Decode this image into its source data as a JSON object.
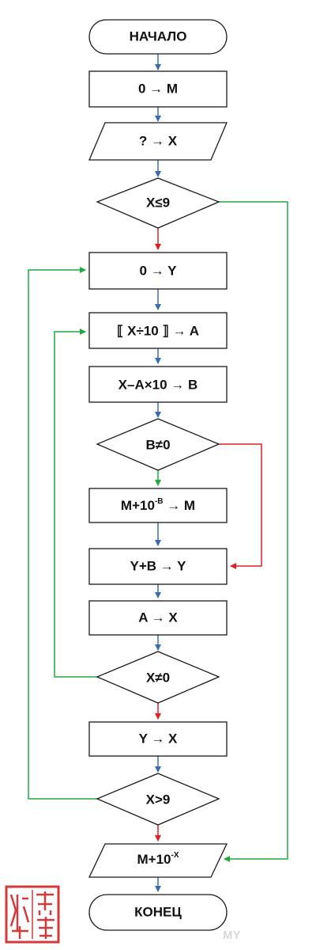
{
  "nodes": {
    "start": "НАЧАЛО",
    "init_m": "0 → M",
    "input_x": "? → X",
    "cond_x_le_9": "X≤9",
    "init_y": "0 → Y",
    "div_a": "⟦ X÷10 ⟧  →  A",
    "calc_b": "X–A×10 → B",
    "cond_b_ne_0": "B≠0",
    "update_m": {
      "prefix": "M+10",
      "sup": "-B",
      "suffix": " → M"
    },
    "update_y": "Y+B → Y",
    "a_to_x": "A → X",
    "cond_x_ne_0": "X≠0",
    "y_to_x": "Y → X",
    "cond_x_gt_9": "X>9",
    "output": {
      "prefix": "M+10",
      "sup": "-X"
    },
    "end": "КОНЕЦ"
  },
  "colors": {
    "arrow_default": "#3a6db0",
    "arrow_false": "#e02020",
    "arrow_true": "#1faa3a",
    "shape_stroke": "#1a1a1a",
    "seal": "#d33a3a"
  },
  "seal_text": "山云俺情",
  "watermark": "MY"
}
